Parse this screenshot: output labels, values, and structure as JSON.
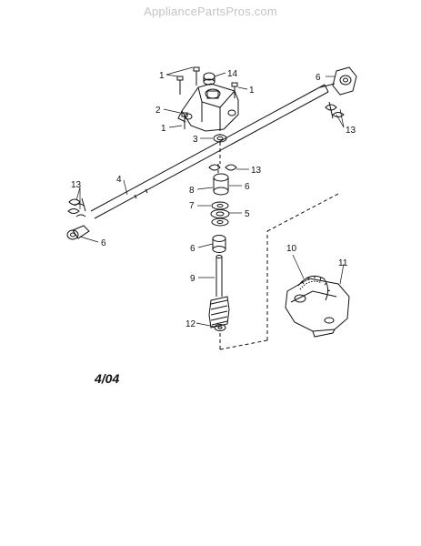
{
  "watermark": "AppliancePartsPros.com",
  "date_code": "4/04",
  "callouts": {
    "c1a": "1",
    "c14": "14",
    "c1b": "1",
    "c2": "2",
    "c1c": "1",
    "c3": "3",
    "c6a": "6",
    "c13a": "13",
    "c13b": "13",
    "c4": "4",
    "c13c": "13",
    "c6b": "6",
    "c8": "8",
    "c6c": "6",
    "c7": "7",
    "c5": "5",
    "c6d": "6",
    "c9": "9",
    "c12": "12",
    "c10": "10",
    "c11": "11"
  }
}
